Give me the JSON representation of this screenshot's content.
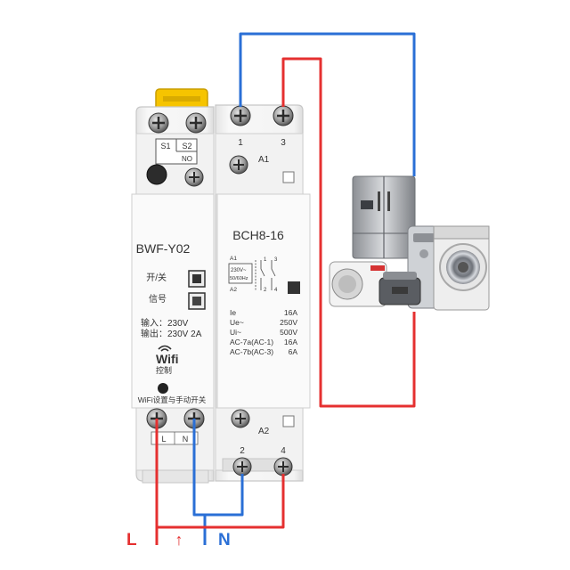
{
  "module_a": {
    "model": "BWF-Y02",
    "s1": "S1",
    "s2": "S2",
    "no": "NO",
    "switch_label": "开/关",
    "signal_label": "信号",
    "input_spec": "输入：230V",
    "output_spec": "输出：230V 2A",
    "wifi_brand": "Wifi",
    "wifi_sub": "控制",
    "footer": "WiFi设置与手动开关",
    "term_l": "L",
    "term_n": "N"
  },
  "module_b": {
    "model": "BCH8-16",
    "t1": "1",
    "t3": "3",
    "a1": "A1",
    "a2": "A2",
    "t2": "2",
    "t4": "4",
    "sch_a1": "A1",
    "sch_a2": "A2",
    "sch_v": "230V~",
    "sch_hz": "50/60Hz",
    "sch_1": "1",
    "sch_3": "3",
    "sch_2": "2",
    "sch_4": "4",
    "specs": [
      {
        "k": "Ie",
        "v": "16A"
      },
      {
        "k": "Ue~",
        "v": "250V"
      },
      {
        "k": "Ui~",
        "v": "500V"
      },
      {
        "k": "AC-7a(AC-1)",
        "v": "16A"
      },
      {
        "k": "AC-7b(AC-3)",
        "v": "6A"
      }
    ]
  },
  "legend": {
    "line": "L",
    "neutral": "N",
    "arrow": "↑"
  },
  "colors": {
    "line_wire": "#e53030",
    "neutral_wire": "#2a6fd6",
    "housing": "#f4f4f4",
    "lever": "#f6c400"
  }
}
